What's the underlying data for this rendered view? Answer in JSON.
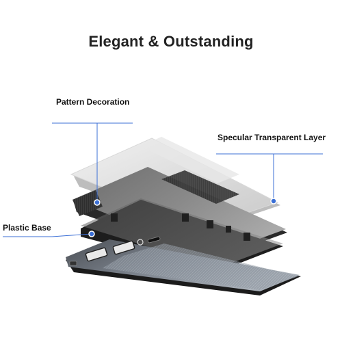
{
  "title": "Elegant & Outstanding",
  "labels": {
    "pattern": "Pattern Decoration",
    "specular": "Specular Transparent Layer",
    "plastic": "Plastic Base"
  },
  "colors": {
    "callout_line": "#3b6fd6",
    "text": "#111111"
  },
  "icons": [
    "callout-dot-icon",
    "usb-port-icon",
    "power-button-icon",
    "micro-usb-port-icon"
  ]
}
